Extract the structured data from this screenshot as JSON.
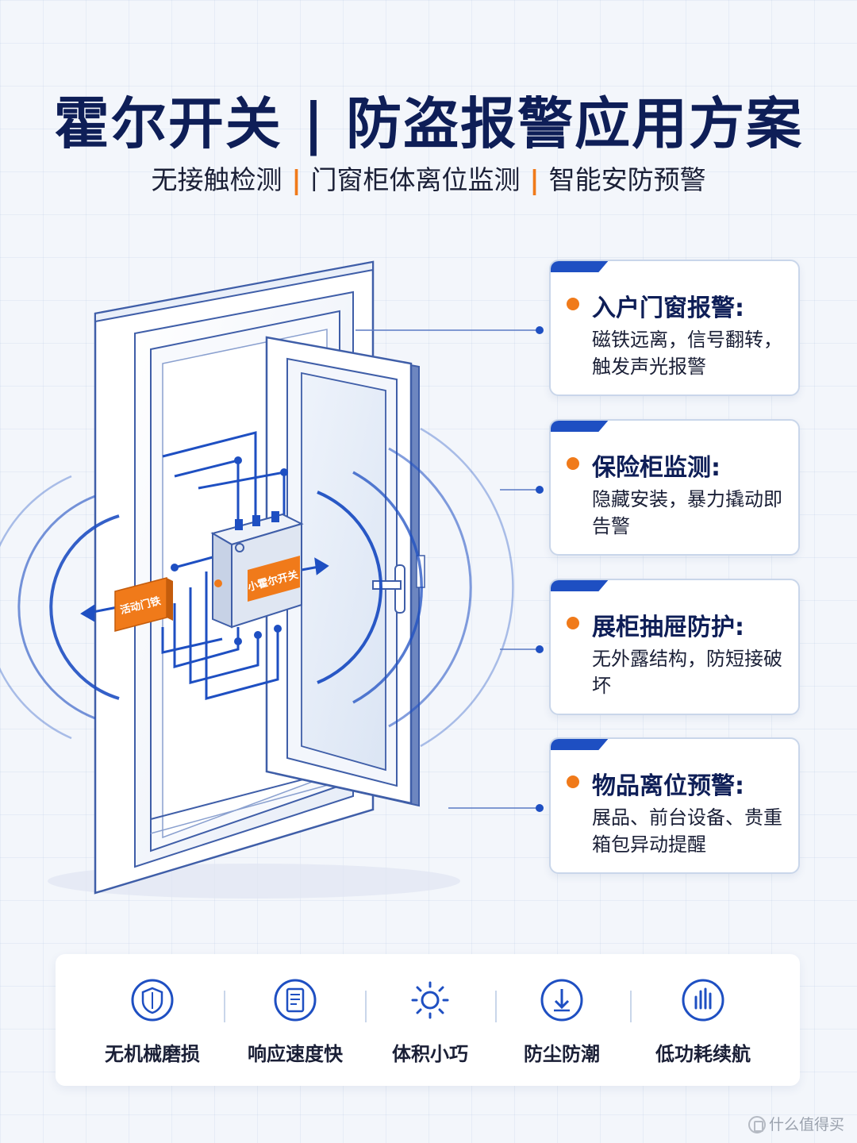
{
  "header": {
    "title": "霍尔开关 | 防盗报警应用方案",
    "subtitle_items": [
      "无接触检测",
      "门窗柜体离位监测",
      "智能安防预警"
    ],
    "subtitle_sep": "|"
  },
  "diagram": {
    "magnet_label": "活动门铁",
    "switch_label": "小霍尔开关"
  },
  "cards": [
    {
      "title": "入户门窗报警:",
      "desc": "磁铁远离，信号翻转，触发声光报警"
    },
    {
      "title": "保险柜监测:",
      "desc": "隐藏安装，暴力撬动即告警"
    },
    {
      "title": "展柜抽屉防护:",
      "desc": "无外露结构，防短接破坏"
    },
    {
      "title": "物品离位预警:",
      "desc": "展品、前台设备、贵重箱包异动提醒"
    }
  ],
  "features": [
    {
      "label": "无机械磨损",
      "icon": "shield-icon"
    },
    {
      "label": "响应速度快",
      "icon": "document-icon"
    },
    {
      "label": "体积小巧",
      "icon": "sun-icon"
    },
    {
      "label": "防尘防潮",
      "icon": "download-arrow-icon"
    },
    {
      "label": "低功耗续航",
      "icon": "bar-signal-icon"
    }
  ],
  "watermark": {
    "text": "什么值得买"
  },
  "colors": {
    "navy": "#0e1e57",
    "blue": "#1e4fc2",
    "orange": "#f07a1a"
  }
}
